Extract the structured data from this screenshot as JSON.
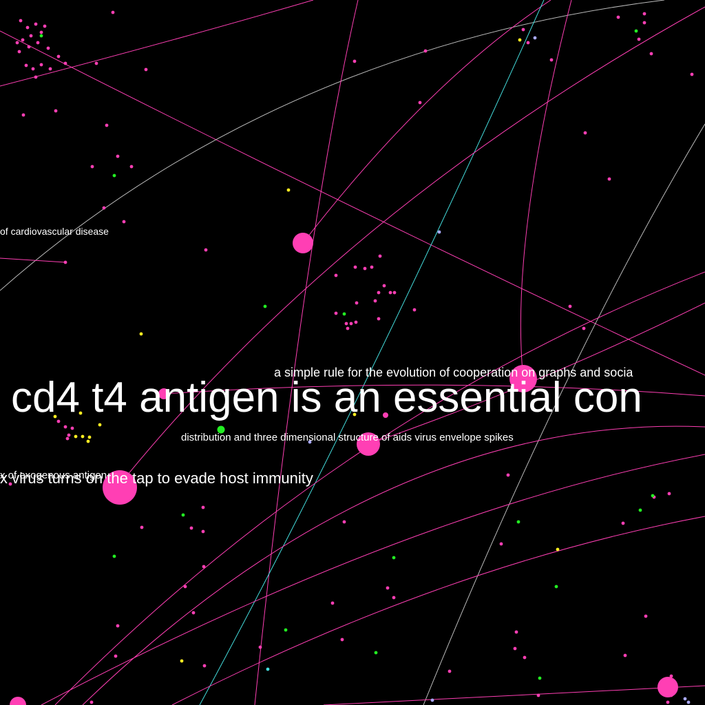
{
  "colors": {
    "background": "#000000",
    "pink": "#ff3fb4",
    "green": "#22ee22",
    "yellow": "#ffee22",
    "lavender": "#aaaaff",
    "cyan": "#44dddd",
    "gray_line": "#bbbbbb",
    "label": "#ffffff"
  },
  "labels": {
    "cd4": "cd4 t4 antigen is an essential con",
    "simple_rule": "a simple rule for the evolution of cooperation on graphs and socia",
    "distribution": "distribution and three dimensional structure of aids virus envelope spikes",
    "virus_tap": "x virus turns on the tap to evade host immunity",
    "exogenous": "x of exogenous antigen",
    "cardio": "of cardiovascular disease"
  }
}
